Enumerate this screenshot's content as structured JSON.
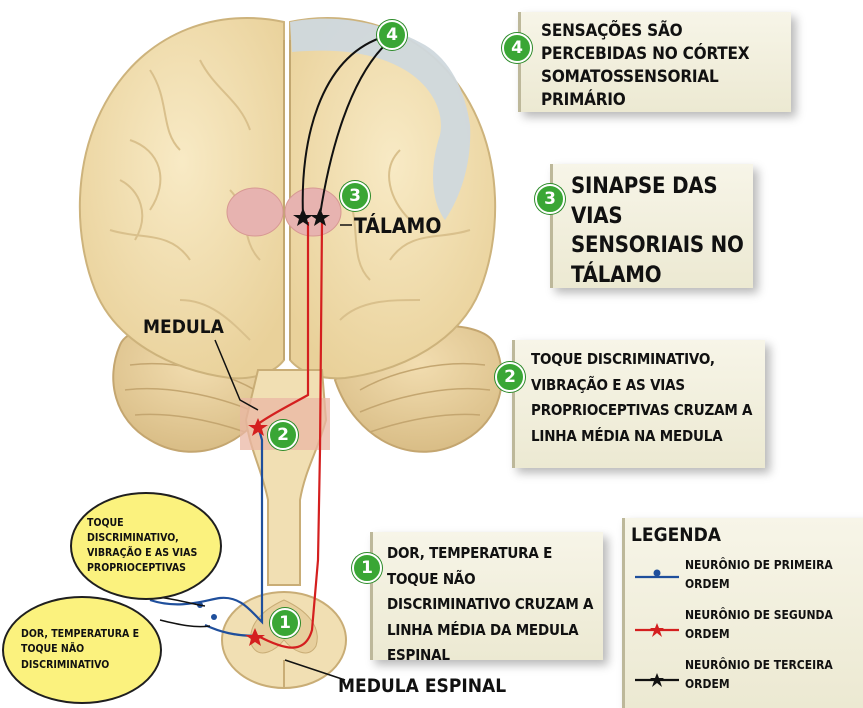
{
  "steps": [
    {
      "number": "4",
      "text": "Sensações são percebidas no córtex somatossensorial primário"
    },
    {
      "number": "3",
      "text": "Sinapse das vias sensoriais no tálamo"
    },
    {
      "number": "2",
      "text": "Toque discriminativo, vibração e as vias proprioceptivas cruzam a linha média na medula"
    },
    {
      "number": "1",
      "text": "Dor, temperatura e toque não discriminativo cruzam a linha média da medula espinal"
    }
  ],
  "markers": {
    "thalamus": "3",
    "medulla": "2",
    "spinal": "1",
    "cortex": "4"
  },
  "labels": {
    "thalamus": "TÁLAMO",
    "medulla": "MEDULA",
    "spinal_cord": "MEDULA ESPINAL"
  },
  "bubbles": {
    "upper": "Toque discriminativo, vibração e as vias proprioceptivas",
    "lower": "Dor, temperatura e toque não discriminativo"
  },
  "legend": {
    "title": "LEGENDA",
    "items": [
      {
        "label": "Neurônio de primeira ordem",
        "color": "#1f4f9c",
        "symbol": "dot"
      },
      {
        "label": "Neurônio de segunda ordem",
        "color": "#d41f1f",
        "symbol": "star"
      },
      {
        "label": "Neurônio de terceira ordem",
        "color": "#111111",
        "symbol": "star"
      }
    ]
  },
  "colors": {
    "brain": "#f3e1b4",
    "brain_outline": "#cdb37c",
    "cortex_highlight": "#cfd8dd",
    "thalamus": "#e7b3b0",
    "accent_green": "#3aa635"
  }
}
